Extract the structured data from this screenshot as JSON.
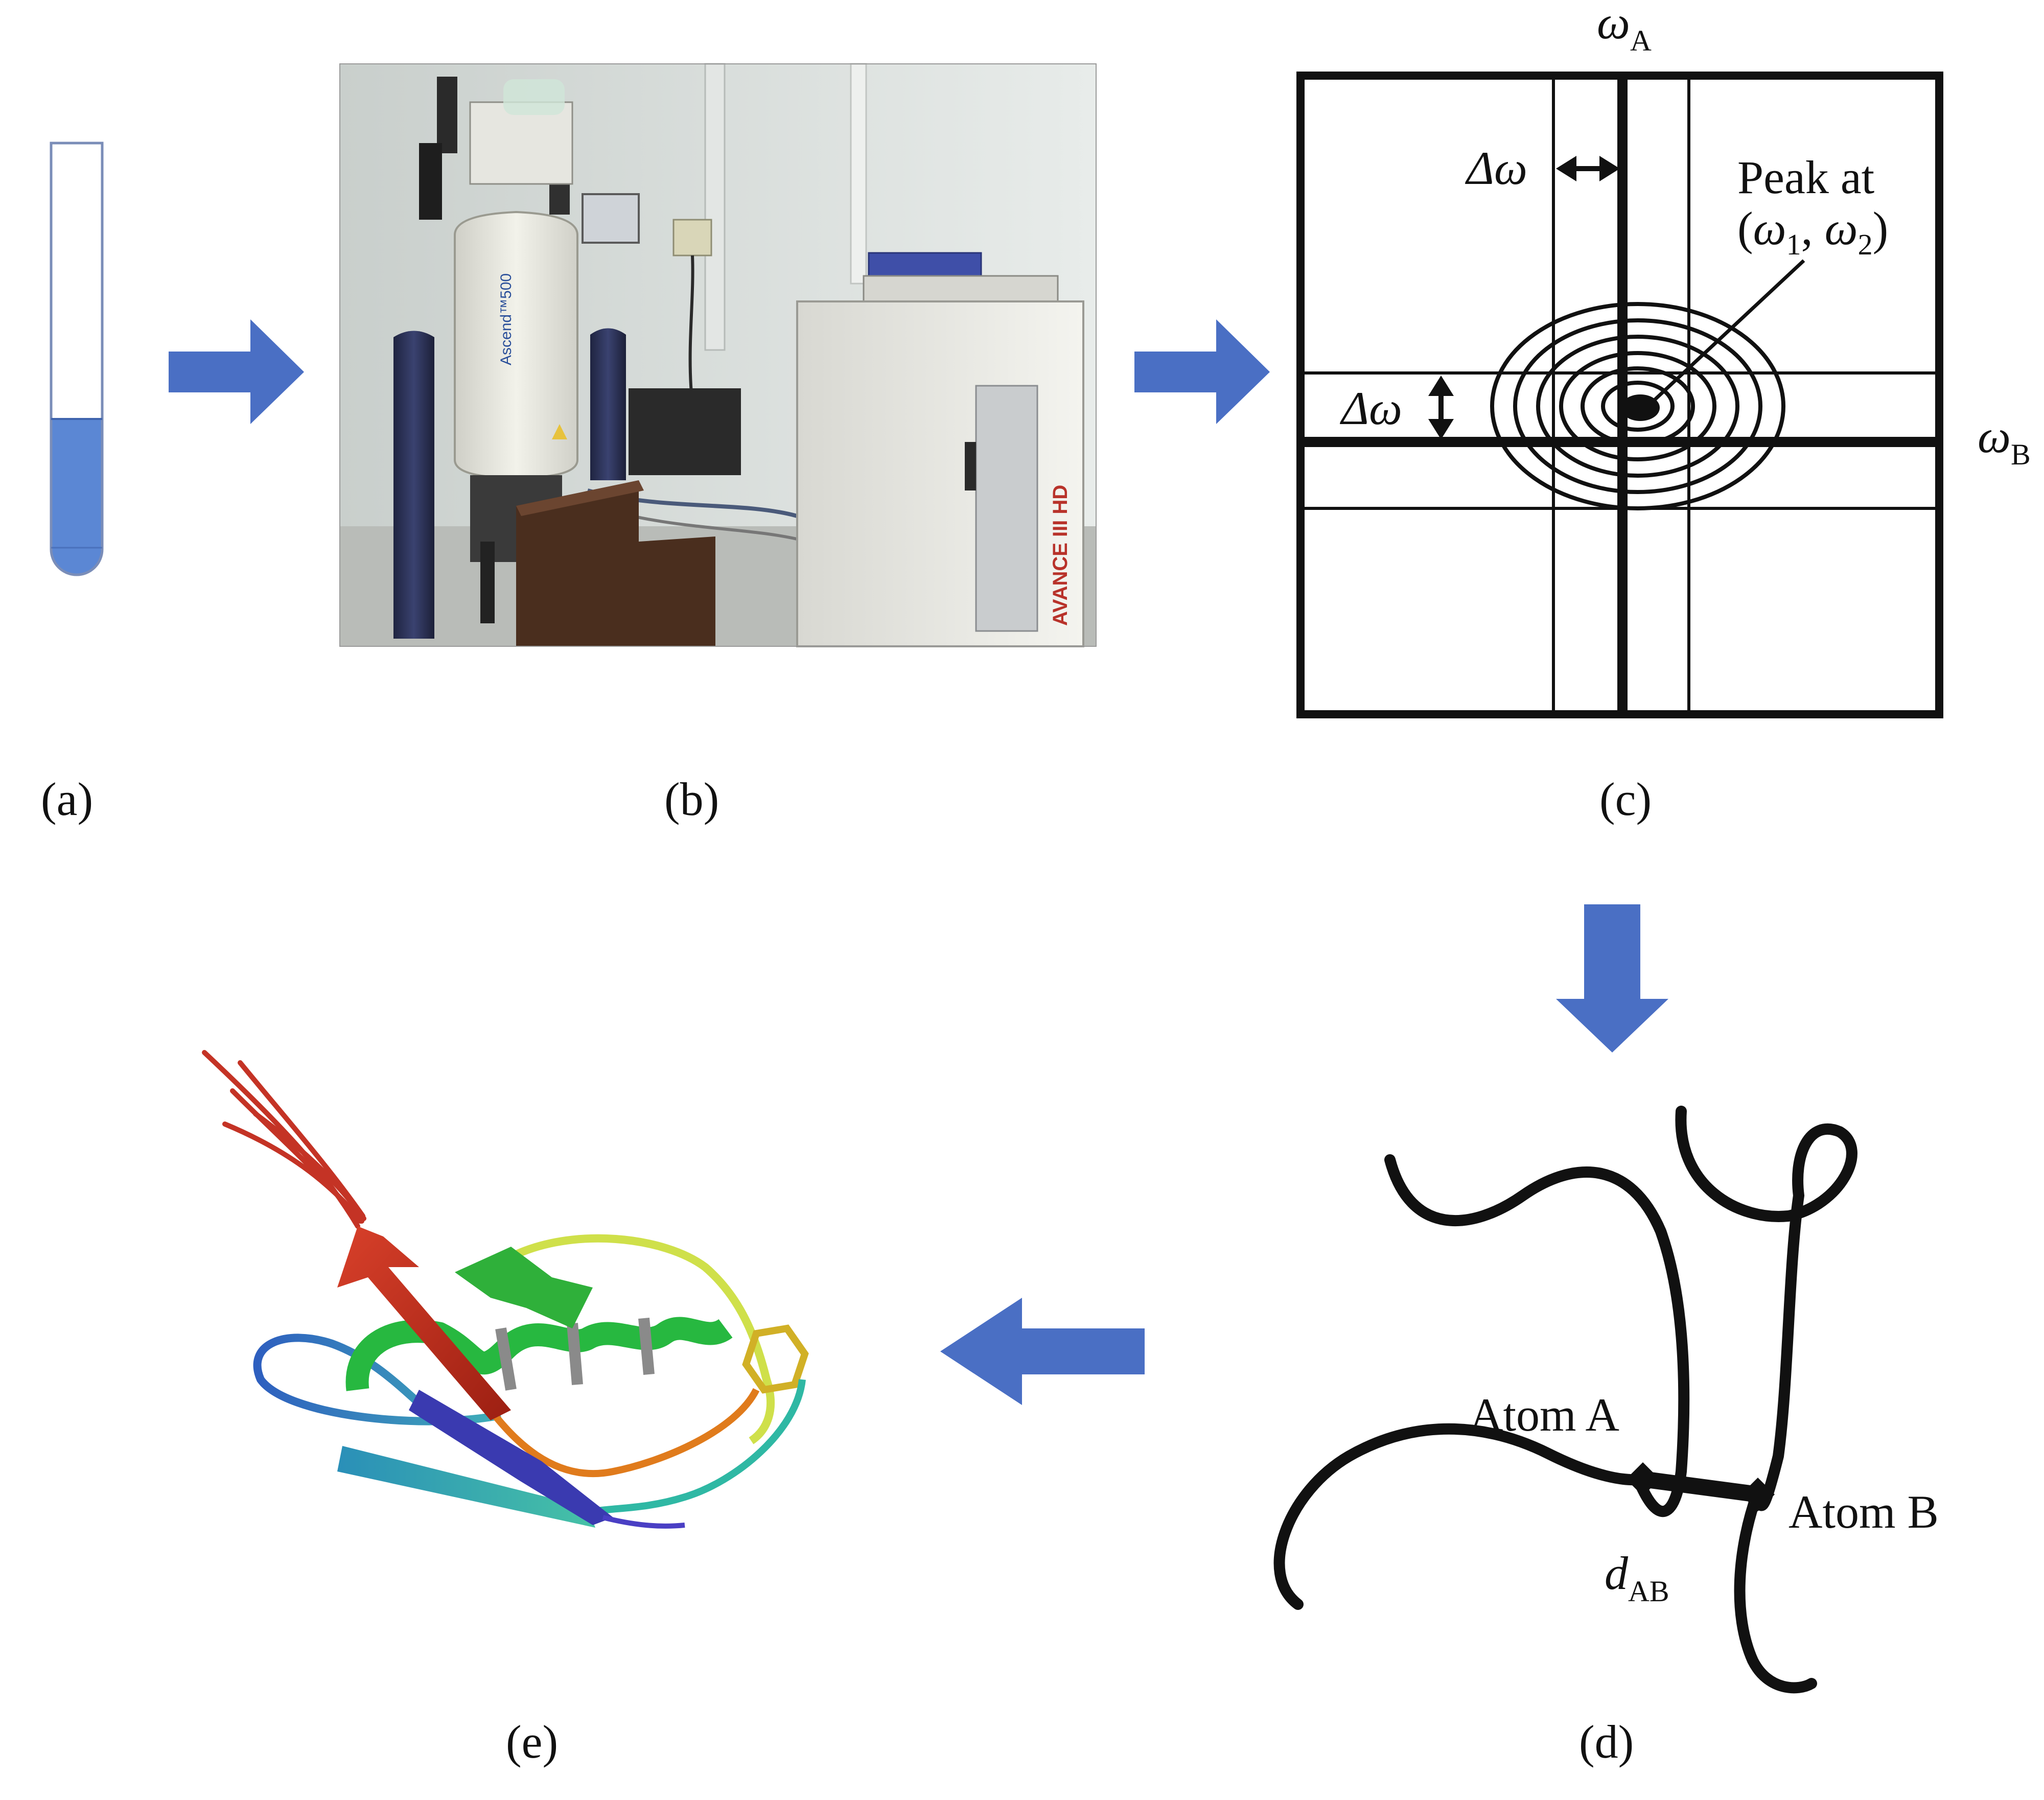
{
  "panels": {
    "a": {
      "label": "(a)"
    },
    "b": {
      "label": "(b)"
    },
    "c": {
      "label": "(c)"
    },
    "d": {
      "label": "(d)"
    },
    "e": {
      "label": "(e)"
    }
  },
  "spectrum": {
    "axis_a": {
      "symbol": "ω",
      "subscript": "A"
    },
    "axis_b": {
      "symbol": "ω",
      "subscript": "B"
    },
    "delta_top": "Δω",
    "delta_left": "Δω",
    "peak": {
      "line1": "Peak at",
      "open": "(",
      "w1": "ω",
      "s1": "1",
      "comma": ", ",
      "w2": "ω",
      "s2": "2",
      "close": ")"
    }
  },
  "instrument": {
    "magnet_text": "Ascend™500",
    "console_text": "AVANCE III HD"
  },
  "molecule": {
    "atom_a": "Atom A",
    "atom_b": "Atom B",
    "distance": {
      "symbol": "d",
      "subscript": "AB"
    }
  },
  "colors": {
    "arrow": "#4a6fc4",
    "liquid": "#5b87d4",
    "line": "#111111"
  },
  "icons": [
    "sample-tube-icon",
    "flow-arrow-icon",
    "nmr-spectrometer-photo",
    "protein-ribbon-icon"
  ]
}
